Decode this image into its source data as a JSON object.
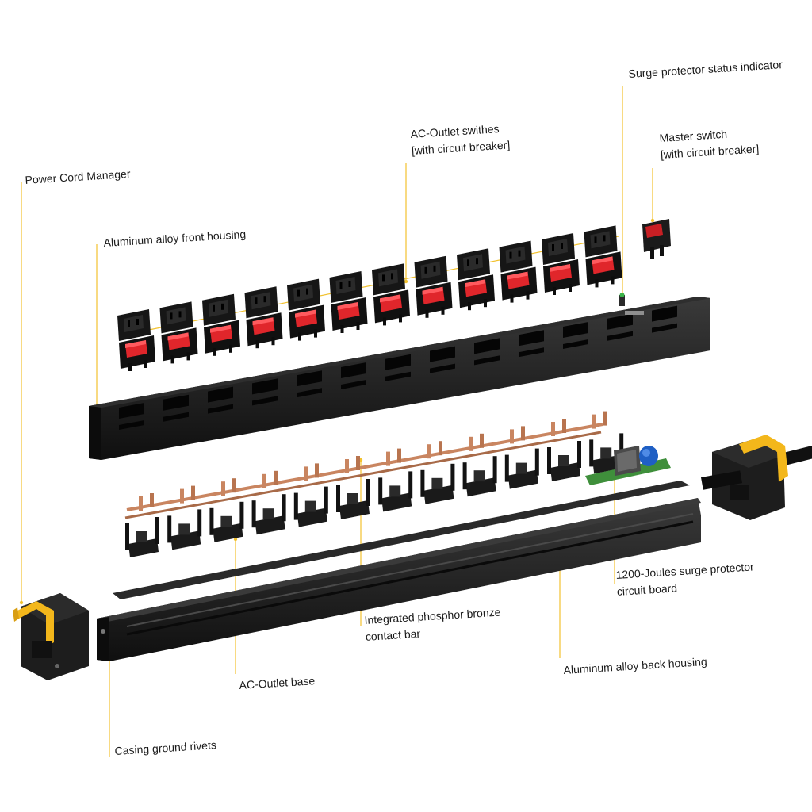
{
  "labels": {
    "surge_indicator": "Surge protector status indicator",
    "outlet_switches": [
      "AC-Outlet swithes",
      "[with circuit breaker]"
    ],
    "master_switch": [
      "Master switch",
      "[with circuit breaker]"
    ],
    "cord_manager": "Power Cord Manager",
    "front_housing": "Aluminum alloy front housing",
    "surge_board": [
      "1200-Joules surge protector",
      "circuit board"
    ],
    "contact_bar": [
      "Integrated phosphor bronze",
      "contact bar"
    ],
    "back_housing": "Aluminum alloy back housing",
    "outlet_base": "AC-Outlet base",
    "ground_rivets": "Casing ground rivets"
  },
  "colors": {
    "leader": "#f2c230",
    "housing": "#1b1b1b",
    "switch_red": "#e0262b",
    "bronze": "#c98560",
    "manager_yellow": "#f3b71b",
    "pcb_green": "#3f8f3b",
    "varistor_blue": "#1f5fc4"
  },
  "parts": {
    "outlet_count": 12
  }
}
